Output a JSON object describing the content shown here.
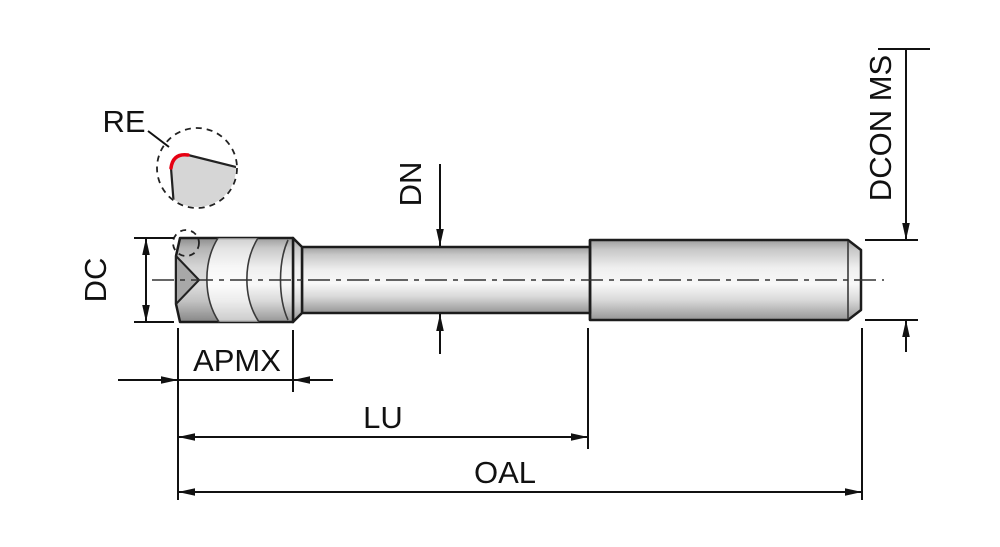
{
  "drawing": {
    "labels": {
      "corner_radius": "RE",
      "cutting_diameter": "DC",
      "neck_diameter": "DN",
      "connection_diameter": "DCON MS",
      "max_cutting_depth": "APMX",
      "usable_length": "LU",
      "overall_length": "OAL"
    },
    "colors": {
      "background": "#ffffff",
      "line": "#111111",
      "accent_red": "#e60012",
      "tool_fill_light": "#f8f8f8",
      "tool_fill_dark": "#969696"
    }
  }
}
